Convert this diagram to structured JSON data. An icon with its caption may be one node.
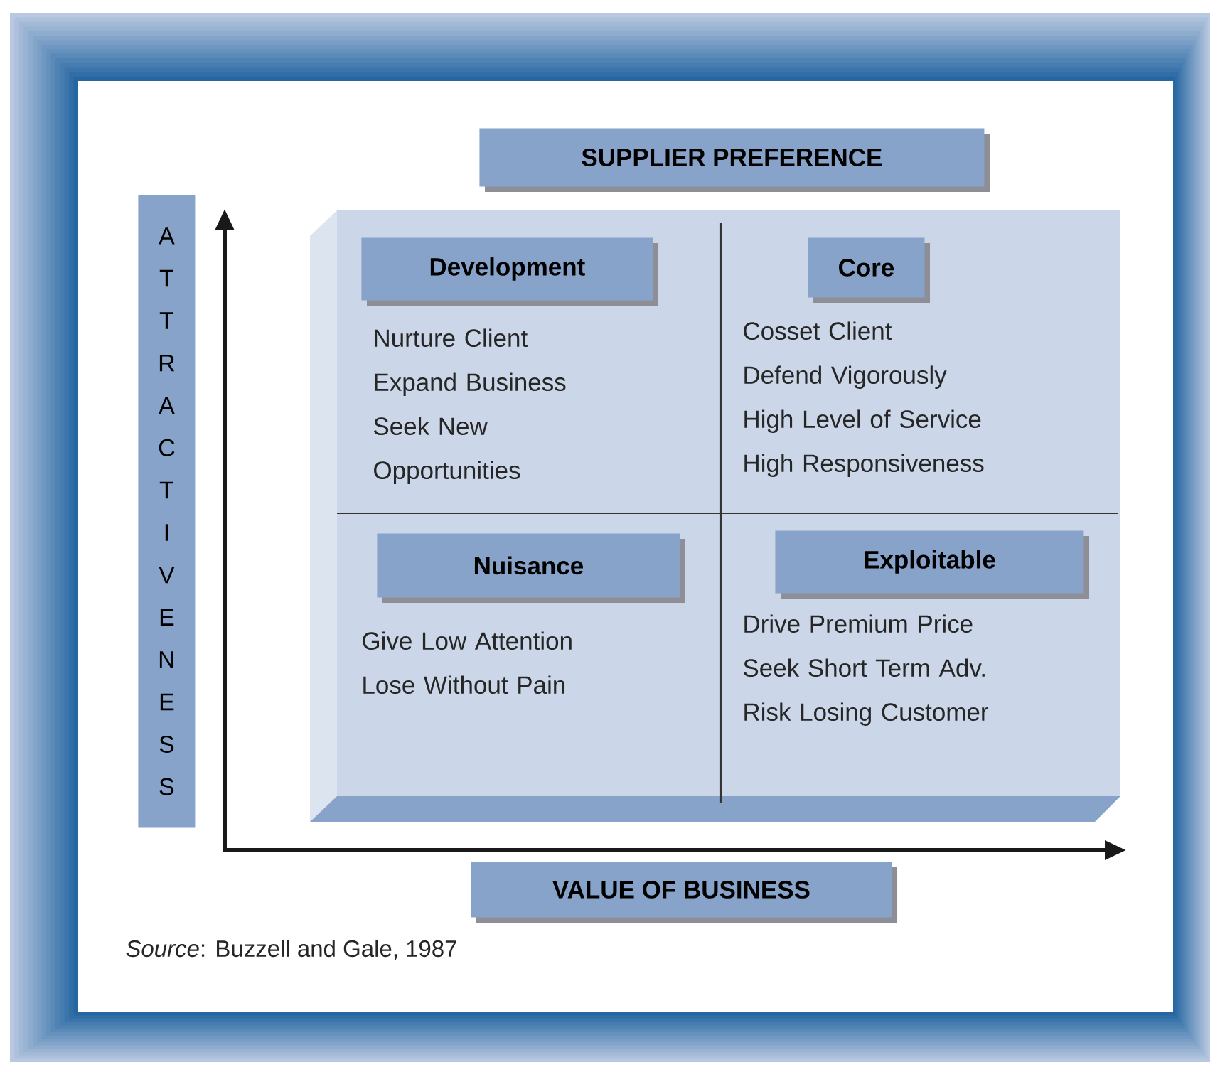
{
  "diagram": {
    "caption": "*Source*: Buzzell and Gale, 1987",
    "nodes": [
      {
        "text": [
          "SUPPLIER PREFERENCE"
        ]
      },
      {
        "text": [
          "ATTRACTIVENESS"
        ]
      },
      {
        "text": [
          "Development"
        ],
        "beside": [
          "Nurture Client",
          "Expand Business",
          "Seek New Opportunities"
        ]
      },
      {
        "text": [
          "Core"
        ],
        "beside": [
          "Cosset Client",
          "Defend Vigorously",
          "High Level of Service",
          "High Responsiveness"
        ]
      },
      {
        "text": [
          "Nuisance"
        ],
        "beside": [
          "Give Low Attention",
          "Lose Without Pain"
        ]
      },
      {
        "text": [
          "Exploitable"
        ],
        "beside": [
          "Drive Premium Price",
          "Seek Short Term Adv.",
          "Risk Losing Customer"
        ]
      },
      {
        "text": [
          "VALUE OF BUSINESS"
        ]
      }
    ]
  }
}
